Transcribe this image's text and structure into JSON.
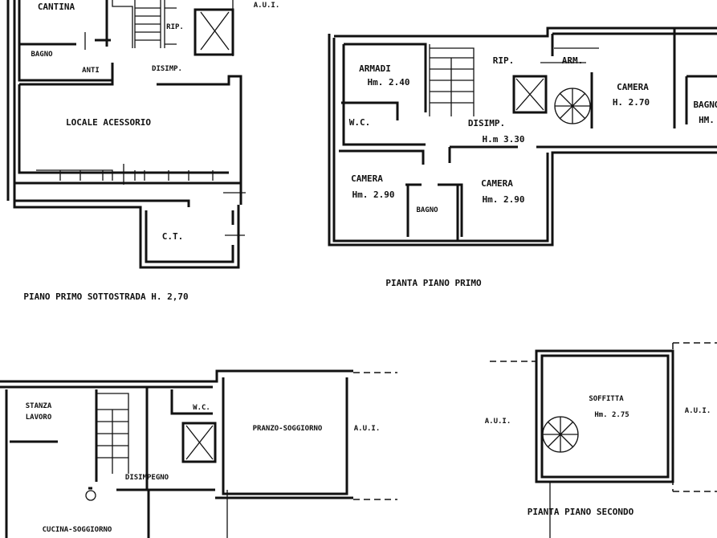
{
  "plans": {
    "basement": {
      "title": "PIANO PRIMO SOTTOSTRADA  H. 2,70",
      "rooms": [
        "CANTINA",
        "BAGNO",
        "ANTI",
        "DISIMP.",
        "RIP.",
        "A.U.I.",
        "LOCALE  ACESSORIO",
        "C.T."
      ]
    },
    "first_floor": {
      "title": "PIANTA PIANO PRIMO",
      "rooms": [
        "ARMADI",
        "Hm. 2.40",
        "W.C.",
        "DISIMP.",
        "H.m 3.30",
        "RIP.",
        "ARM.",
        "CAMERA",
        "H. 2.70",
        "BAGNO",
        "HM.",
        "CAMERA",
        "Hm. 2.90",
        "BAGNO",
        "CAMERA",
        "Hm. 2.90"
      ]
    },
    "ground_floor": {
      "rooms": [
        "STANZA",
        "LAVORO",
        "W.C.",
        "PRANZO-SOGGIORNO",
        "A.U.I.",
        "DISIMPEGNO",
        "CUCINA-SOGGIORNO"
      ]
    },
    "second_floor": {
      "title": "PIANTA PIANO SECONDO",
      "rooms": [
        "SOFFITTA",
        "Hm. 2.75",
        "A.U.I.",
        "A.U.I."
      ]
    }
  },
  "colors": {
    "ink": "#111111",
    "paper": "#ffffff"
  }
}
